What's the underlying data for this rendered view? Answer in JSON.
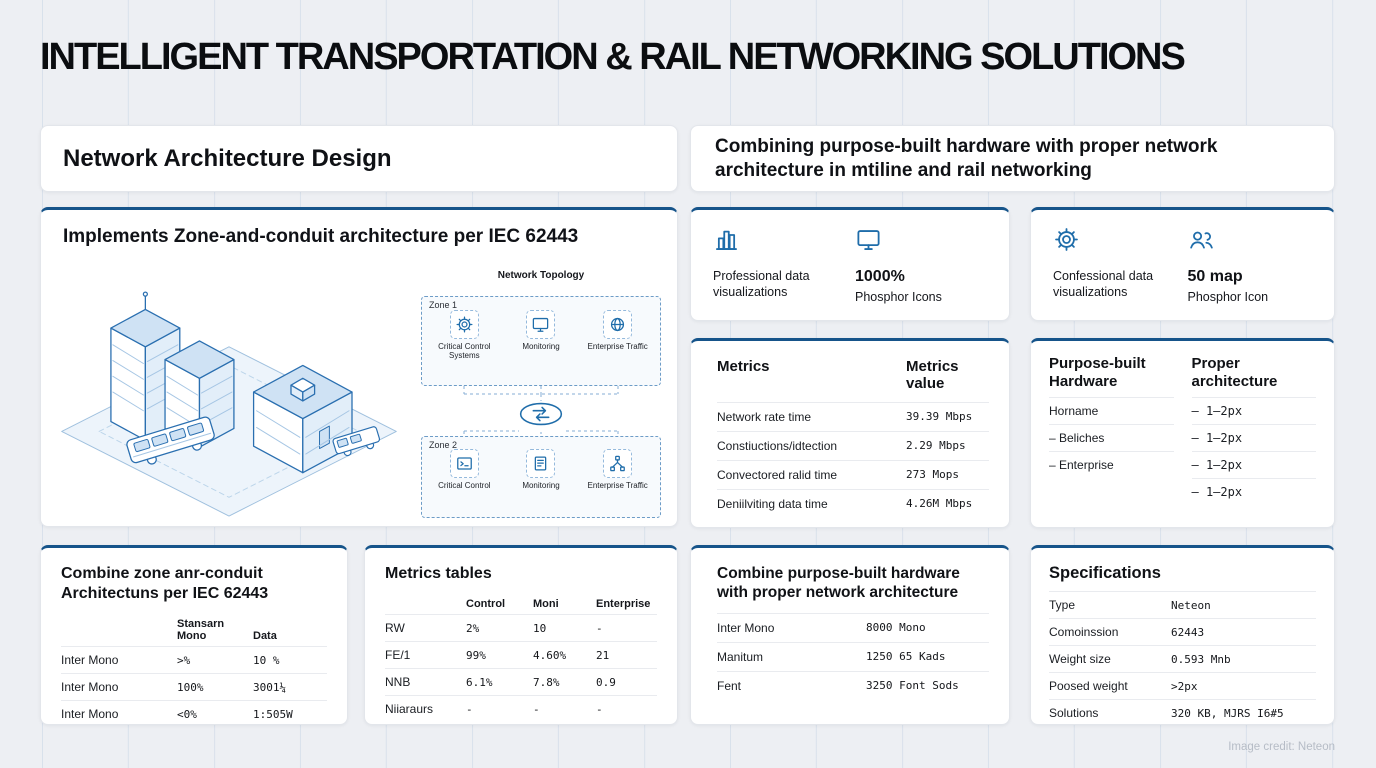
{
  "page": {
    "title": "INTELLIGENT TRANSPORTATION & RAIL NETWORKING SOLUTIONS",
    "image_credit": "Image credit: Neteon"
  },
  "colors": {
    "accent_border": "#16548a",
    "icon_blue": "#1f6daa",
    "background": "#edeff3"
  },
  "left": {
    "header": {
      "title": "Network Architecture Design"
    },
    "architecture": {
      "title": "Implements Zone-and-conduit architecture per IEC 62443",
      "topology": {
        "title": "Network Topology",
        "zone1": {
          "label": "Zone 1",
          "nodes": [
            {
              "icon": "gear-icon",
              "label": "Critical Control Systems"
            },
            {
              "icon": "monitor-icon",
              "label": "Monitoring"
            },
            {
              "icon": "globe-icon",
              "label": "Enterprise Traffic"
            }
          ]
        },
        "zone2": {
          "label": "Zone 2",
          "nodes": [
            {
              "icon": "terminal-icon",
              "label": "Critical Control"
            },
            {
              "icon": "server-icon",
              "label": "Monitoring"
            },
            {
              "icon": "network-icon",
              "label": "Enterprise Traffic"
            }
          ]
        }
      }
    },
    "zone_table": {
      "title": "Combine zone anr-conduit Architectuns per IEC 62443",
      "columns": [
        "Stansarn Mono",
        "Data"
      ],
      "rows": [
        [
          "Inter Mono",
          ">%",
          "10 %"
        ],
        [
          "Inter Mono",
          "100%",
          "3001¼"
        ],
        [
          "Inter Mono",
          "<0%",
          "1:505W"
        ]
      ]
    },
    "metrics_tables": {
      "title": "Metrics tables",
      "columns": [
        "Control",
        "Moni",
        "Enterprise"
      ],
      "rows": [
        [
          "RW",
          "2%",
          "10",
          "-"
        ],
        [
          "FE/1",
          "99%",
          "4.60%",
          "21"
        ],
        [
          "NNB",
          "6.1%",
          "7.8%",
          "0.9"
        ],
        [
          "Niiaraurs",
          "-",
          "-",
          "-"
        ]
      ]
    }
  },
  "right": {
    "header": {
      "title": "Combining purpose-built hardware with proper network architecture in mtiline and rail networking"
    },
    "features_a": {
      "items": [
        {
          "icon": "bar-chart-icon",
          "title": "",
          "label": "Professional data visualizations"
        },
        {
          "icon": "monitor-icon",
          "title": "1000%",
          "label": "Phosphor Icons"
        }
      ]
    },
    "features_b": {
      "items": [
        {
          "icon": "gear-icon",
          "title": "",
          "label": "Confessional data visualizations"
        },
        {
          "icon": "users-icon",
          "title": "50 map",
          "label": "Phosphor Icon"
        }
      ]
    },
    "metrics": {
      "col_label_header": "Metrics",
      "col_value_header": "Metrics value",
      "rows": [
        {
          "label": "Network rate time",
          "value": "39.39 Mbps"
        },
        {
          "label": "Constiuctions/idtection",
          "value": "2.29 Mbps"
        },
        {
          "label": "Convectored ralid time",
          "value": "273 Mops"
        },
        {
          "label": "Deniilviting data time",
          "value": "4.26M Mbps"
        }
      ]
    },
    "hardware": {
      "left_header": "Purpose-built Hardware",
      "right_header": "Proper architecture",
      "left_items": [
        "Horname",
        "– Beliches",
        "– Enterprise"
      ],
      "right_items": [
        "– 1–2px",
        "– 1–2px",
        "– 1–2px",
        "– 1–2px"
      ]
    },
    "combine": {
      "title": "Combine purpose-built hardware with proper network architecture",
      "rows": [
        {
          "label": "Inter Mono",
          "value": "8000 Mono"
        },
        {
          "label": "Manitum",
          "value": "1250 65 Kads"
        },
        {
          "label": "Fent",
          "value": "3250 Font Sods"
        }
      ]
    },
    "specifications": {
      "title": "Specifications",
      "rows": [
        {
          "label": "Type",
          "value": "Neteon"
        },
        {
          "label": "Comoinssion",
          "value": "62443"
        },
        {
          "label": "Weight size",
          "value": "0.593 Mnb"
        },
        {
          "label": "Poosed weight",
          "value": ">2px"
        },
        {
          "label": "Solutions",
          "value": "320 KB, MJRS I6#5"
        }
      ]
    }
  }
}
